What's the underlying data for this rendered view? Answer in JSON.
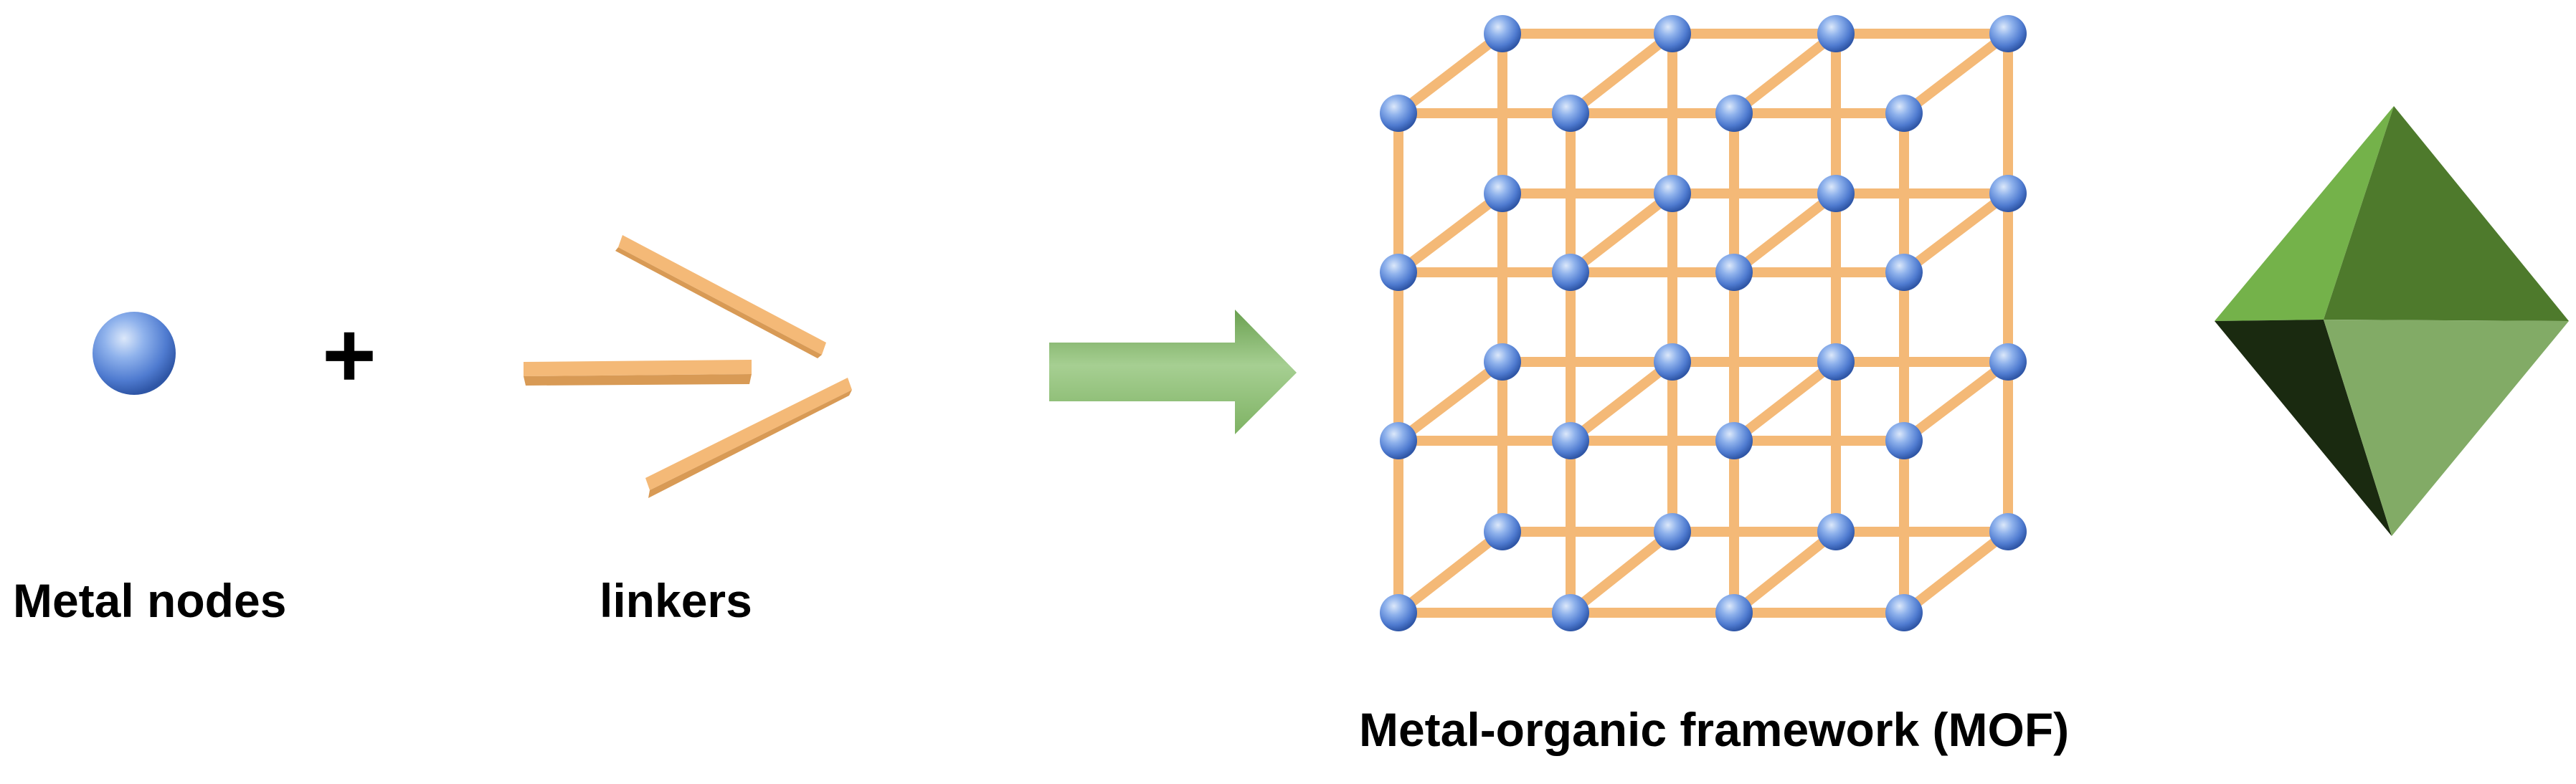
{
  "labels": {
    "metal_nodes": "Metal nodes",
    "linkers": "linkers",
    "plus": "+",
    "mof": "Metal-organic framework (MOF)"
  },
  "colors": {
    "node_light": "#c9dcf5",
    "node_mid": "#6f9ae3",
    "node_dark": "#3a63b8",
    "linker": "#f4b977",
    "linker_shade": "#d89a55",
    "arrow_light": "#9fc98a",
    "arrow_dark": "#6da352",
    "octa_top_left": "#74b24a",
    "octa_top_right": "#4e7a2c",
    "octa_bottom_left": "#1a2a10",
    "octa_bottom_right": "#82ab66"
  },
  "icons": {
    "node": "metal-node-sphere-icon",
    "linkers": "linker-rods-icon",
    "arrow": "right-arrow-icon",
    "lattice": "mof-lattice-icon",
    "crystal": "octahedron-crystal-icon"
  }
}
